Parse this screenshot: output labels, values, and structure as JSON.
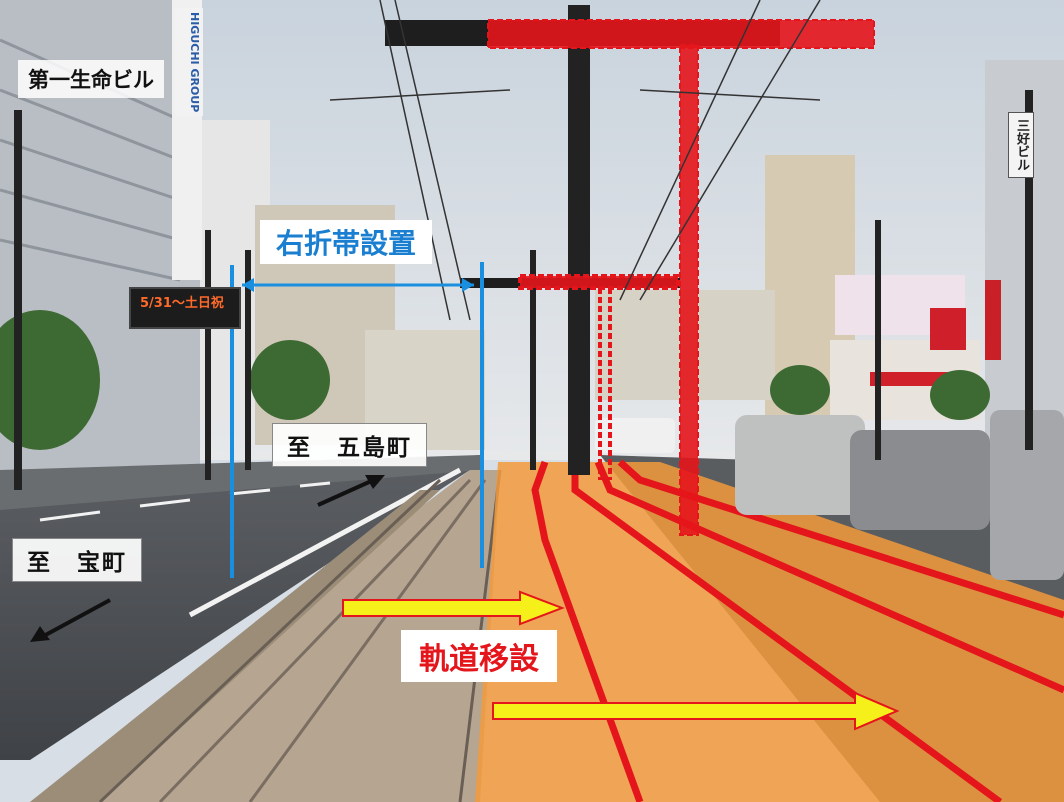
{
  "labels": {
    "building": "第一生命ビル",
    "to_gotocho": "至　五島町",
    "to_takaracho": "至　宝町",
    "turn_lane": "右折帯設置",
    "track_relocation": "軌道移設",
    "sign_display": "5/31～土日祝",
    "higuchi_sign": "HIGUCHI GROUP",
    "miyoshi_sign": "三好ビル"
  },
  "colors": {
    "turn_lane_blue": "#1a8fe0",
    "relocation_red": "#e4151b",
    "new_track_orange": "#f39a3c",
    "arrow_yellow": "#f5ef1a"
  }
}
